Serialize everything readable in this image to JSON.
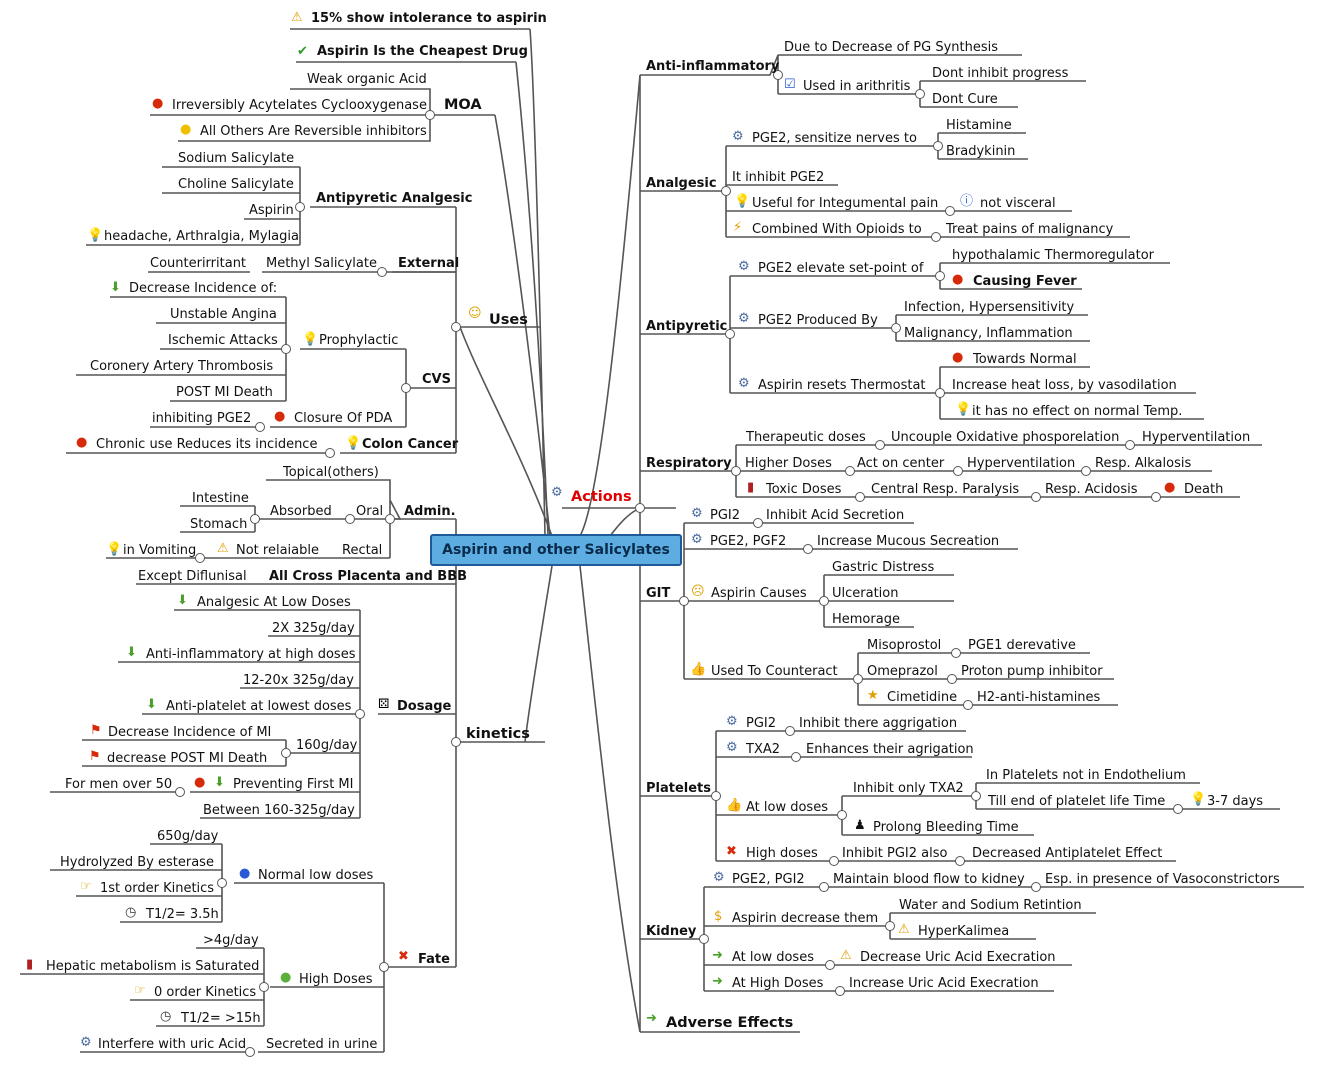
{
  "central": "Aspirin and other Salicylates",
  "icons": {
    "warning": "⚠",
    "check": "✔",
    "red": "●",
    "yellow": "●",
    "bulb": "💡",
    "smile": "☺",
    "down": "⬇",
    "gear": "⚙",
    "info": "ⓘ",
    "lightning": "⚡",
    "checkbox": "☑",
    "frown": "☹",
    "thumb": "👍",
    "star": "★",
    "x": "✖",
    "greenright": "➜",
    "flag": "⚑",
    "hand": "☞",
    "clock": "◷",
    "blue": "●",
    "green": "●",
    "dice": "⚄",
    "person": "♟",
    "money": "$",
    "traffic": "▮"
  },
  "colors": {
    "central_fill": "#5dade2",
    "central_border": "#1e5a9a",
    "actions_label": "#e00000",
    "line": "#555555"
  },
  "left": {
    "intolerance": "15% show intolerance to aspirin",
    "cheapest": "Aspirin Is the Cheapest Drug",
    "moa": {
      "title": "MOA",
      "weak": "Weak organic Acid",
      "irrev": "Irreversibly Acytelates Cyclooxygenase",
      "others": "All Others Are Reversible inhibitors"
    },
    "uses": {
      "title": "Uses",
      "antipyretic": {
        "title": "Antipyretic Analgesic",
        "items": [
          "Sodium Salicylate",
          "Choline Salicylate",
          "Aspirin",
          "headache, Arthralgia, Mylagia"
        ]
      },
      "external": {
        "title": "External",
        "methyl": "Methyl Salicylate",
        "counter": "Counterirritant"
      },
      "cvs": {
        "title": "CVS",
        "decrease": "Decrease Incidence of:",
        "prophy": "Prophylactic",
        "items": [
          "Unstable Angina",
          "Ischemic Attacks",
          "Coronery Artery Thrombosis",
          "POST MI Death"
        ],
        "pda": "Closure Of PDA",
        "pge2": "inhibiting PGE2"
      },
      "colon": {
        "title": "Colon Cancer",
        "chronic": "Chronic use Reduces its incidence"
      }
    },
    "kinetics": {
      "title": "kinetics",
      "admin": {
        "title": "Admin.",
        "topical": "Topical(others)",
        "oral": "Oral",
        "absorbed": "Absorbed",
        "intestine": "Intestine",
        "stomach": "Stomach",
        "rectal": "Rectal",
        "notrel": "Not relaiable",
        "vomit": "in Vomiting"
      },
      "cross": "All Cross Placenta and BBB",
      "except": "Except Diflunisal",
      "dosage": {
        "title": "Dosage",
        "items": [
          "Analgesic At Low Doses",
          "2X 325g/day",
          "Anti-inflammatory at high doses",
          "12-20x 325g/day",
          "Anti-platelet at lowest doses",
          "Decrease Incidence of MI",
          "decrease POST MI Death",
          "160g/day",
          "Preventing First MI",
          "For men over 50",
          "Between 160-325g/day"
        ]
      },
      "fate": {
        "title": "Fate",
        "normal": "Normal low doses",
        "n650": "650g/day",
        "hydro": "Hydrolyzed By esterase",
        "first": "1st order Kinetics",
        "t35": "T1/2= 3.5h",
        "high": "High Doses",
        "g4": ">4g/day",
        "hepatic": "Hepatic metabolism is Saturated",
        "zero": "0 order Kinetics",
        "t15": "T1/2= >15h",
        "secreted": "Secreted in urine",
        "interfere": "Interfere with uric Acid"
      }
    }
  },
  "right": {
    "actions": "Actions",
    "antiinf": {
      "title": "Anti-inflammatory",
      "dueto": "Due to Decrease of PG Synthesis",
      "used": "Used in arithritis",
      "dont1": "Dont inhibit progress",
      "dont2": "Dont Cure"
    },
    "analgesic": {
      "title": "Analgesic",
      "pge2": "PGE2, sensitize nerves to",
      "hist": "Histamine",
      "brady": "Bradykinin",
      "inhibit": "It inhibit PGE2",
      "useful": "Useful for Integumental pain",
      "notvis": "not visceral",
      "comb": "Combined With Opioids to",
      "treat": "Treat pains of malignancy"
    },
    "antipyretic": {
      "title": "Antipyretic",
      "elev": "PGE2 elevate set-point of",
      "hypo": "hypothalamic Thermoregulator",
      "fever": "Causing Fever",
      "prod": "PGE2 Produced By",
      "inf": "Infection, Hypersensitivity",
      "mal": "Malignancy, Inflammation",
      "resets": "Aspirin resets Thermostat",
      "towards": "Towards Normal",
      "heat": "Increase heat loss, by vasodilation",
      "noeff": "it has no effect on normal Temp."
    },
    "resp": {
      "title": "Respiratory",
      "ther": "Therapeutic doses",
      "uncouple": "Uncouple Oxidative phosporelation",
      "hyper1": "Hyperventilation",
      "higher": "Higher Doses",
      "act": "Act on center",
      "hyper2": "Hyperventilation",
      "alk": "Resp. Alkalosis",
      "toxic": "Toxic Doses",
      "central": "Central Resp. Paralysis",
      "acid": "Resp. Acidosis",
      "death": "Death"
    },
    "git": {
      "title": "GIT",
      "pgi2": "PGI2",
      "inhibacid": "Inhibit Acid Secretion",
      "pge2pgf2": "PGE2, PGF2",
      "mucous": "Increase Mucous Secreation",
      "causes": "Aspirin Causes",
      "gastric": "Gastric Distress",
      "ulcer": "Ulceration",
      "hemo": "Hemorage",
      "used": "Used To Counteract",
      "miso": "Misoprostol",
      "pge1": "PGE1 derevative",
      "omep": "Omeprazol",
      "proton": "Proton pump inhibitor",
      "cime": "Cimetidine",
      "h2": "H2-anti-histamines"
    },
    "platelets": {
      "title": "Platelets",
      "pgi2": "PGI2",
      "pgi2t": "Inhibit there aggrigation",
      "txa2": "TXA2",
      "txa2t": "Enhances their agrigation",
      "low": "At low doses",
      "inhtxa2": "Inhibit only TXA2",
      "inplate": "In Platelets not in Endothelium",
      "till": "Till end of platelet life Time",
      "days": "3-7 days",
      "prolong": "Prolong Bleeding Time",
      "high": "High doses",
      "inhpgi2": "Inhibit PGI2 also",
      "decr": "Decreased Antiplatelet Effect"
    },
    "kidney": {
      "title": "Kidney",
      "pge2": "PGE2, PGI2",
      "maint": "Maintain blood flow to kidney",
      "esp": "Esp. in presence of Vasoconstrictors",
      "decrease": "Aspirin decrease them",
      "water": "Water and Sodium Retintion",
      "hyperk": "HyperKalimea",
      "atlow": "At low doses",
      "decuric": "Decrease Uric Acid Execration",
      "athigh": "At High Doses",
      "incuric": "Increase Uric Acid Execration"
    },
    "adverse": "Adverse Effects"
  }
}
